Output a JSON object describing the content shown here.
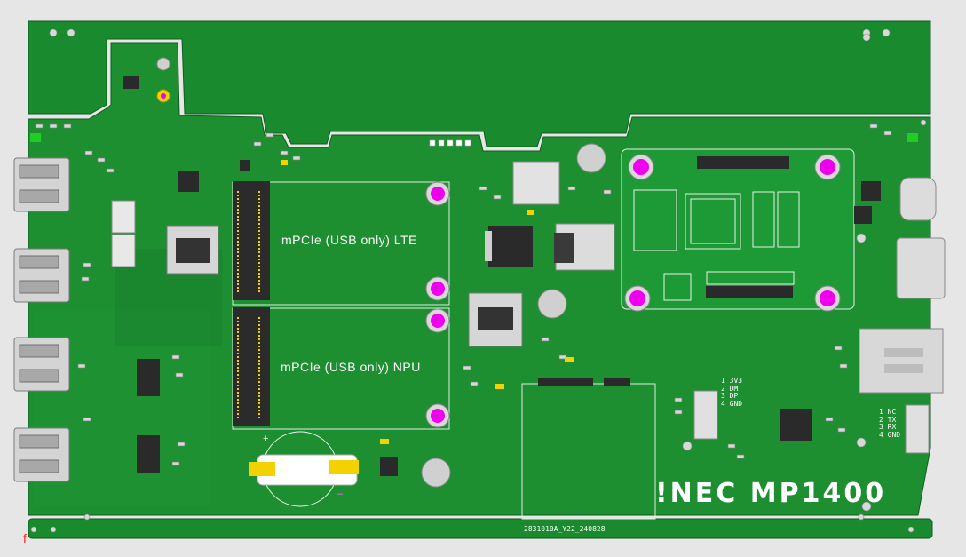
{
  "board": {
    "colors": {
      "background": "#e6e6e6",
      "pcb": "#1a8a2e",
      "pcb_dark": "#14772a",
      "silkscreen": "#ffffff",
      "via": "#ee00ee",
      "metal": "#c8c8c8",
      "chip": "#2a2a2a",
      "gold": "#f2d200"
    },
    "slots": [
      {
        "label": "mPCIe (USB only) LTE"
      },
      {
        "label": "mPCIe (USB only) NPU"
      }
    ],
    "brand_logo": "!NEC MP1400",
    "pinout_left": [
      "1 3V3",
      "2 DM",
      "3 DP",
      "4 GND"
    ],
    "pinout_right": [
      "1 NC",
      "2 TX",
      "3 RX",
      "4 GND"
    ],
    "board_code": "2831010A_Y22_240828",
    "coin_cell": {
      "plus": "+",
      "minus": "–"
    },
    "corner_mark": "f"
  }
}
